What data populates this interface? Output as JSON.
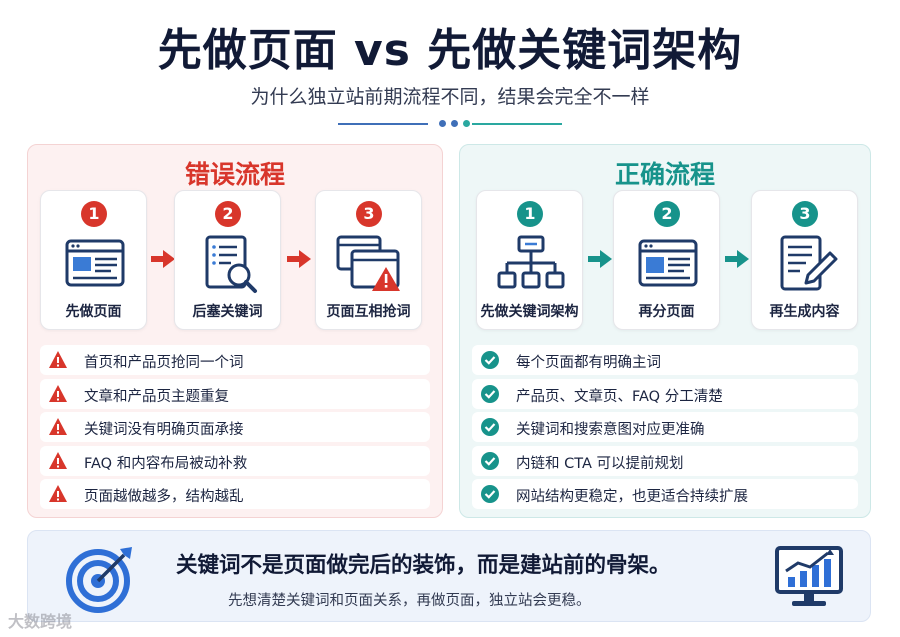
{
  "title": "先做页面 vs 先做关键词架构",
  "subtitle": "为什么独立站前期流程不同，结果会完全不一样",
  "colors": {
    "wrong_accent": "#d8362b",
    "right_accent": "#17938b",
    "divider_blue": "#3f6fb8",
    "divider_teal": "#2aa8a0",
    "title_dark": "#111a36"
  },
  "wrong": {
    "title": "错误流程",
    "steps": [
      {
        "num": "1",
        "label": "先做页面",
        "icon": "webpage-icon"
      },
      {
        "num": "2",
        "label": "后塞关键词",
        "icon": "document-search-icon"
      },
      {
        "num": "3",
        "label": "页面互相抢词",
        "icon": "windows-warning-icon"
      }
    ],
    "items": [
      "首页和产品页抢同一个词",
      "文章和产品页主题重复",
      "关键词没有明确页面承接",
      "FAQ 和内容布局被动补救",
      "页面越做越多，结构越乱"
    ],
    "item_icon": "warning-icon"
  },
  "right": {
    "title": "正确流程",
    "steps": [
      {
        "num": "1",
        "label": "先做关键词架构",
        "icon": "sitemap-icon"
      },
      {
        "num": "2",
        "label": "再分页面",
        "icon": "webpage-icon"
      },
      {
        "num": "3",
        "label": "再生成内容",
        "icon": "document-edit-icon"
      }
    ],
    "items": [
      "每个页面都有明确主词",
      "产品页、文章页、FAQ 分工清楚",
      "关键词和搜索意图对应更准确",
      "内链和 CTA 可以提前规划",
      "网站结构更稳定，也更适合持续扩展"
    ],
    "item_icon": "check-circle-icon"
  },
  "bottom": {
    "main": "关键词不是页面做完后的装饰，而是建站前的骨架。",
    "sub": "先想清楚关键词和页面关系，再做页面，独立站会更稳。",
    "left_icon": "target-icon",
    "right_icon": "chart-monitor-icon"
  },
  "watermark": "大数跨境"
}
